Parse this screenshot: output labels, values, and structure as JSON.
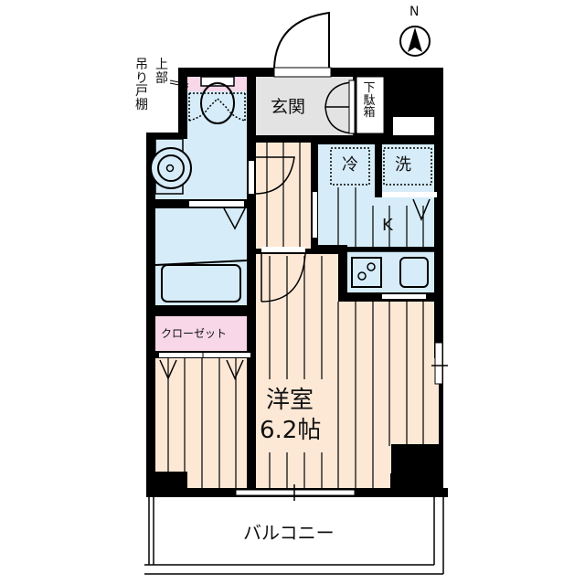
{
  "compass": {
    "label": "N"
  },
  "labels": {
    "upper_cabinet": "上部吊り戸棚",
    "upper_cabinet_col1": "上部",
    "upper_cabinet_col2": "吊り戸棚",
    "entrance": "玄関",
    "shoe_box": "下駄箱",
    "fridge": "冷",
    "washer": "洗",
    "kitchen": "K",
    "closet": "クローゼット",
    "western_room": "洋室",
    "western_room_size": "6.2帖",
    "balcony": "バルコニー"
  },
  "colors": {
    "wall": "#000000",
    "wet_area": "#d6ecf8",
    "floor_wood": "#fde8d6",
    "entrance": "#e3e3e3",
    "closet": "#f7d7e8",
    "background": "#ffffff"
  }
}
